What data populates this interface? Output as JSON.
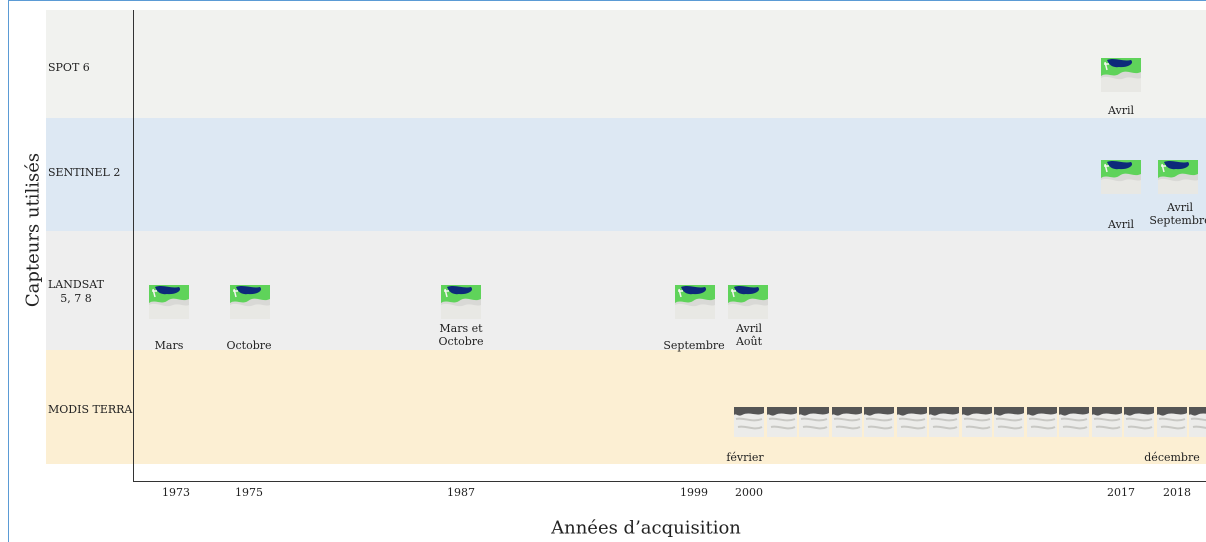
{
  "axes": {
    "y_title": "Capteurs utilisés",
    "x_title": "Années d’acquisition"
  },
  "sensors": [
    {
      "name": "SPOT 6",
      "color": "#f1f2ef"
    },
    {
      "name": "SENTINEL 2",
      "color": "#dde8f3"
    },
    {
      "name": "LANDSAT\n5, 7 8",
      "color": "#eeeeee"
    },
    {
      "name": "MODIS TERRA",
      "color": "#fcefd3"
    }
  ],
  "years": [
    "1973",
    "1975",
    "1987",
    "1999",
    "2000",
    "2017",
    "2018"
  ],
  "acquisitions": {
    "spot": [
      {
        "year": "2017",
        "label": "Avril"
      }
    ],
    "sentinel": [
      {
        "year": "2017",
        "label": "Avril"
      },
      {
        "year": "2018",
        "label": "Avril\nSeptembre"
      }
    ],
    "landsat": [
      {
        "year": "1973",
        "label": "Mars"
      },
      {
        "year": "1975",
        "label": "Octobre"
      },
      {
        "year": "1987",
        "label": "Mars et\nOctobre"
      },
      {
        "year": "1999",
        "label": "Septembre"
      },
      {
        "year": "2000",
        "label": "Avril\nAoût"
      }
    ],
    "modis": {
      "count": 15,
      "start_label": "février",
      "end_label": "décembre"
    }
  },
  "colors": {
    "veg": "#5fd35a",
    "water": "#0d2a7a",
    "cloud": "#d9d9d6",
    "modis_dark": "#555555"
  }
}
